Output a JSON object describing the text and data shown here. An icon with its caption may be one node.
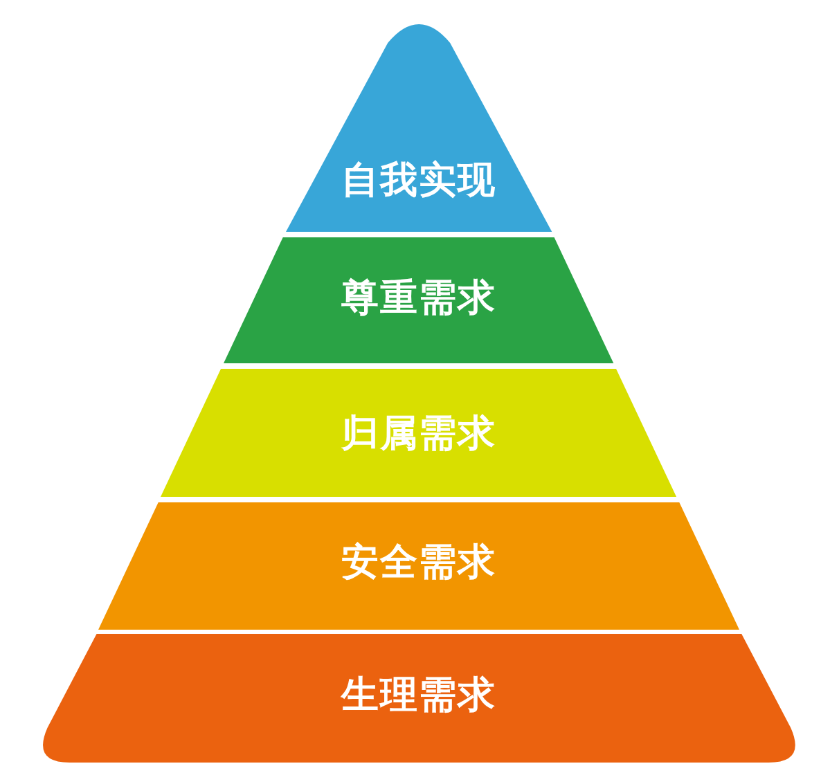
{
  "diagram": {
    "nodes": [
      {
        "text": [
          "自我实现"
        ]
      },
      {
        "text": [
          "尊重需求"
        ]
      },
      {
        "text": [
          "归属需求"
        ]
      },
      {
        "text": [
          "安全需求"
        ]
      },
      {
        "text": [
          "生理需求"
        ]
      }
    ]
  }
}
